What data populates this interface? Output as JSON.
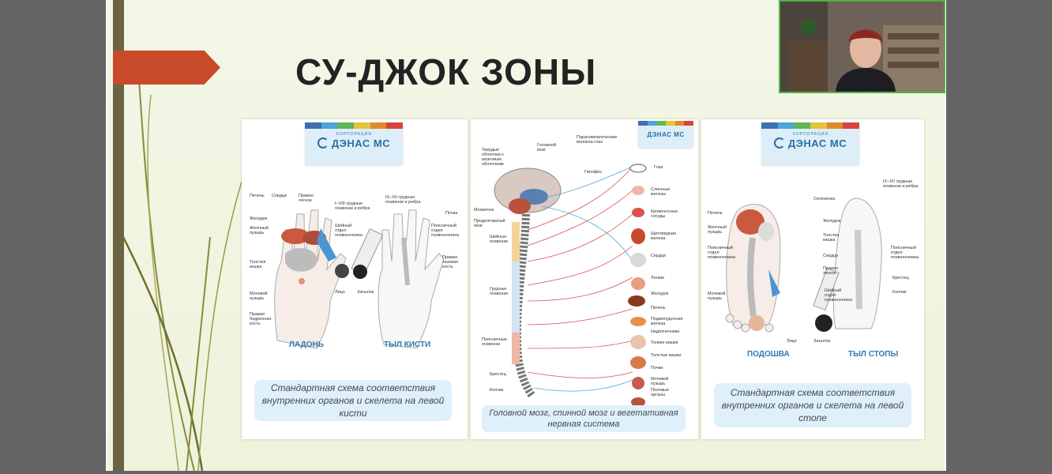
{
  "slide": {
    "title": "СУ-ДЖОК ЗОНЫ"
  },
  "logo": {
    "corporation": "КОРПОРАЦИЯ",
    "brand": "ДЭНАС МС",
    "stripe_colors": [
      "#3d6fb3",
      "#4aa6d8",
      "#5fb85c",
      "#e3c43a",
      "#e08a2e",
      "#d9453a"
    ]
  },
  "panel_hand": {
    "label_palm": "ЛАДОНЬ",
    "label_back": "ТЫЛ КИСТИ",
    "caption": "Стандартная схема соответствия внутренних органов и скелета на левой кисти",
    "annotations_left": [
      "Печень",
      "Сердце",
      "Правое легкое",
      "Желудок",
      "Желчный пузырь",
      "Толстая кишка",
      "Мочевой пузырь",
      "Правая бедренная кость"
    ],
    "annotations_right": [
      "I–VIII грудные позвонки и ребра",
      "IX–XII грудные позвонки и ребра",
      "Почка",
      "Шейный отдел позвоночника",
      "Поясничный отдел позвоночника",
      "Правая тазовая кость",
      "Лицо",
      "Затылок"
    ]
  },
  "panel_nerve": {
    "caption": "Головной мозг, спинной мозг и вегетативная нервная система",
    "annotations_left": [
      "Мозжечок",
      "Продолговатый мозг",
      "Шейные позвонки",
      "Грудные позвонки",
      "Поясничные позвонки",
      "Крестец",
      "Копчик"
    ],
    "annotations_top": [
      "Твердые оболочки к мозговым оболочкам",
      "Головной мозг",
      "Парасимпатические волокна глаз",
      "Гипофиз"
    ],
    "annotations_right": [
      "Глаз",
      "Слюнные железы",
      "Кровеносные сосуды",
      "Щитовидная железа",
      "Сердце",
      "Легкие",
      "Желудок",
      "Печень",
      "Поджелудочная железа",
      "Надпочечники",
      "Тонкие кишки",
      "Толстые кишки",
      "Почки",
      "Мочевой пузырь",
      "Половые органы"
    ]
  },
  "panel_foot": {
    "label_sole": "ПОДОШВА",
    "label_back": "ТЫЛ СТОПЫ",
    "caption": "Стандартная схема соответствия внутренних органов и скелета на левой стопе",
    "annotations_left": [
      "Печень",
      "Желчный пузырь",
      "Поясничный отдел позвоночника",
      "Мочевой пузырь"
    ],
    "annotations_right": [
      "Селезенка",
      "Желудок",
      "Толстая кишка",
      "Сердце",
      "Правое легкое",
      "Шейный отдел позвоночника",
      "IX–XII грудные позвонки и ребра",
      "Поясничный отдел позвоночника",
      "Крестец",
      "Копчик",
      "Лицо",
      "Затылок"
    ]
  },
  "webcam": {
    "description_icon": "presenter-video"
  }
}
